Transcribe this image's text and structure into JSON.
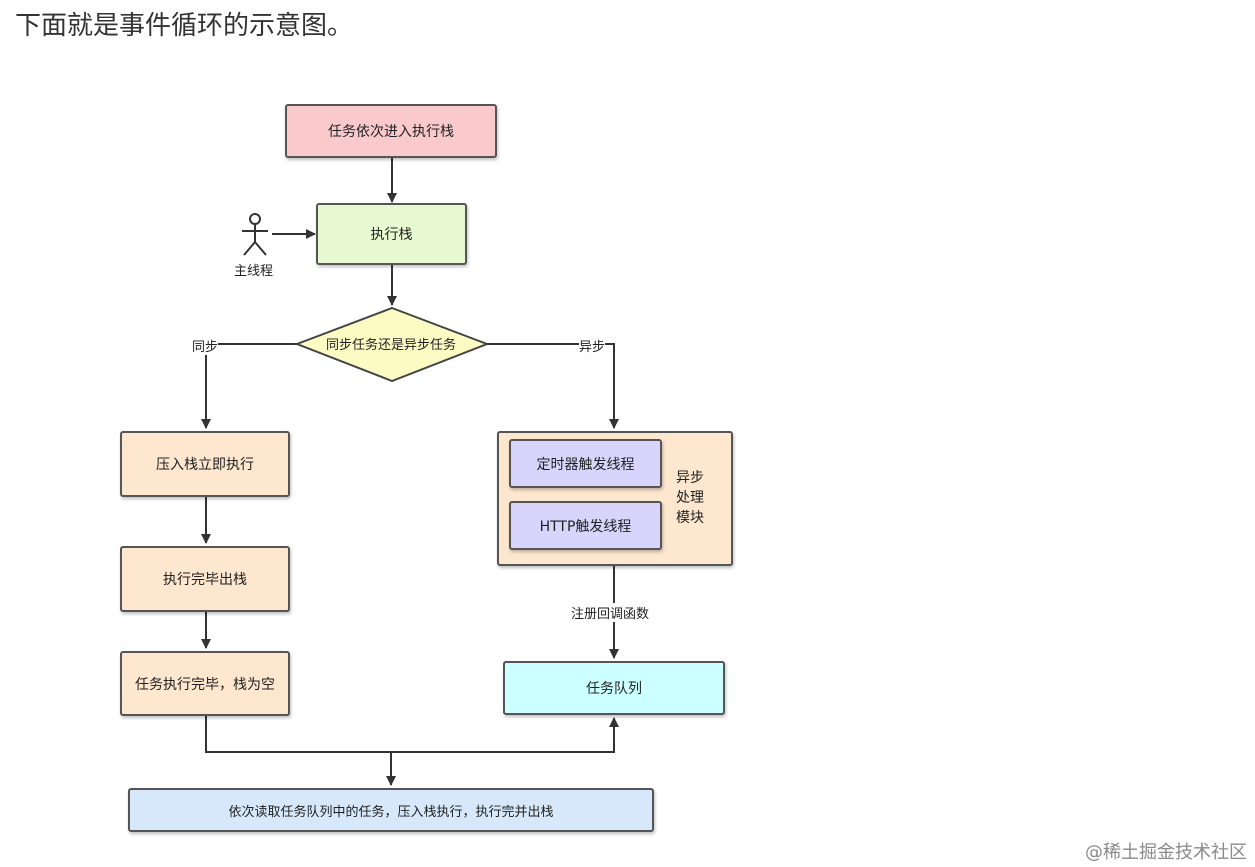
{
  "intro": "下面就是事件循环的示意图。",
  "watermark": "@稀土掘金技术社区",
  "diagram": {
    "node_enter": "任务依次进入执行栈",
    "node_stack": "执行栈",
    "actor_label": "主线程",
    "decision": "同步任务还是异步任务",
    "branch_sync": "同步",
    "branch_async": "异步",
    "sync_step1": "压入栈立即执行",
    "sync_step2": "执行完毕出栈",
    "sync_step3": "任务执行完毕，栈为空",
    "timer_thread": "定时器触发线程",
    "http_thread": "HTTP触发线程",
    "async_module": "异步\n处理\n模块",
    "register_label": "注册回调函数",
    "task_queue": "任务队列",
    "final_step": "依次读取任务队列中的任务，压入栈执行，执行完并出栈"
  },
  "colors": {
    "pink": "#f9c9cc",
    "green": "#e6f9d0",
    "yellow": "#fdfbc4",
    "peach": "#fde7cf",
    "lavender": "#d8d4fb",
    "cyan": "#ccffff",
    "lightblue": "#d6e8f9"
  }
}
